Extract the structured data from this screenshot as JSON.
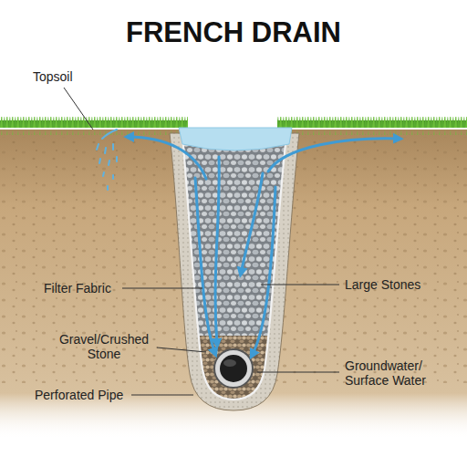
{
  "diagram": {
    "title": "FRENCH DRAIN",
    "labels": [
      "Topsoil",
      "Filter Fabric",
      "Large Stones",
      "Gravel/Crushed Stone",
      "Perforated Pipe",
      "Groundwater/ Surface Water"
    ]
  }
}
